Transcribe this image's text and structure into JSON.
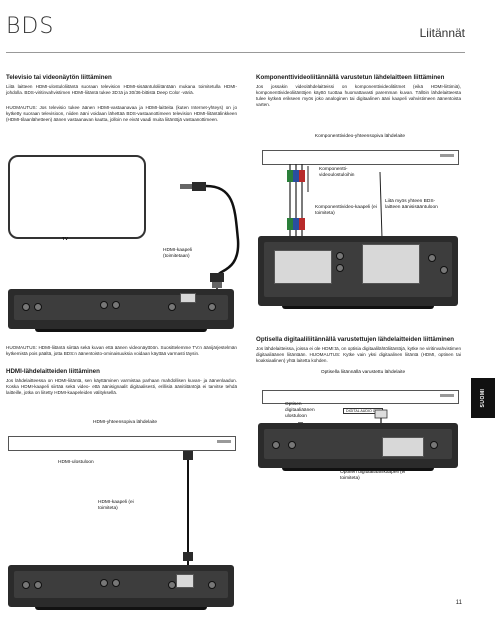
{
  "header": {
    "brand": "BDS",
    "section": "Liitännät"
  },
  "left": {
    "tv_heading": "Televisio tai videonäytön liittäminen",
    "tv_text": "Liitä laitteen HDMI-ulostuloliitäntä suoraan television HDMI-sisääntuloliitäntään mukana toimitetulla HDMI-johdolla. BDS-viritinvahvistimen HDMI-liitäntä tukee 3D:tä ja 30/36-bittistä Deep Color -väriä.",
    "tv_note": "HUOMAUTUS: Jos televisio tukee äänen HDMI-vastaanavaa ja HDMI-laitteita (kuten Internet-yhteys) on jo kytketty suoraan televisioon, niiden ääni voidaan lähettää BDS-vastaanottimeen television HDMI-liitäntälinkkeen (HDMI-tilaanlähetteen) äänen vastaanavan kautta, jolloin ne eivät vaadi muita liitäntöjä vastaanottimeen.",
    "tv_label": "TV",
    "hdmi_cable_label": "HDMI-kaapeli (toimitetaan)",
    "hdmi_note": "HUOMAUTUS: HDMI-liitäntä siirtää sekä kuvan että äänen videonäyttöön. Suosittelemme TV:n äänijärjestelmän kytkemistä pois päältä, jotta BDS:n äänentoisto-ominaisuuksia voidaan käyttää varmasti täysin.",
    "hdmi_src_heading": "HDMI-lähdelaitteiden liittäminen",
    "hdmi_src_text": "Jos lähdelaitteessa on HDMI-liitäntä, sen käyttäminen varmistaa parhaan mahdollisen kuvan- ja äänenlaadun. Koska HDMI-kaapeli siirtää sekä video- että äänisignaalit digitaalisesti, erillisiä äänitiitäntöjä ei tarvitse tehdä laitteille, jotka on liitetty HDMI-kaapeleiden välityksellä.",
    "hdmi_src_label": "HDMI-yhteensopiva lähdelaite",
    "hdmi_out_label": "HDMI-ulostuloon",
    "hdmi_cable2_label": "HDMI-kaapeli (ei toimiteta)"
  },
  "right": {
    "comp_heading": "Komponenttivideoliitännällä varustetun lähdelaitteen liittäminen",
    "comp_text": "Jos jossakin videolähdelaitteissi on komponenttivideolitiitmet (eikä HDMI-liittimiä), komponenttivideoliitäntöjen käyttö tuottaa huomattavasti paremman kuvan. Tällöin lähdelaitteesta tulee kytkeä erikseen myös joko analoginen tai digitaalinen ääni kaapeli vahvistimeen äänentoista varten.",
    "comp_src_label": "Komponenttivideo-yhteensopiva lähdelaite",
    "comp_out_label": "Komponentti-videoulostuloihin",
    "comp_cable_label": "Komponenttivideo-kaapeli (ei toimiteta)",
    "audio_also_label": "Liitä myös yhteen BDS-laitteen äänisisääntuloon",
    "optical_heading": "Optisella digitaaliliitännällä varustettujen lähdelaitteiden liittäminen",
    "optical_text": "Jos lähdelaitteissa, joissa ei ole HDMI:tä, on optisia digitaalilähtöliitäntöjä, kytke ne viritinvahvistimen digitaaliäänen liitäntään. HUOMAUTUS: Kytke vain yksi digitaalinen liitäntä (HDMI, optinen tai koaksiaalinen) yhtä laitetta kohden.",
    "optical_src_label": "Optisella liitännällä varustettu lähdelaite",
    "optical_out_label": "Optisen digitaaliäänen ulostuloon",
    "optical_cable_label": "Optinen digitaaliäänikaapeli (ei toimiteta)",
    "optical_port_text": "DIGITAL AUDIO OUT"
  },
  "tab": {
    "label": "SUOMI"
  },
  "page_number": "11"
}
